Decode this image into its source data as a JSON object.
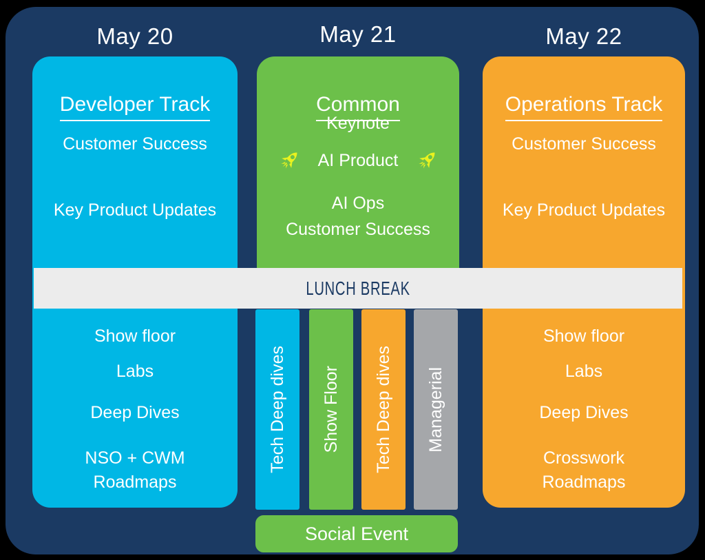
{
  "colors": {
    "navy": "#1b3a63",
    "blue": "#00b7e5",
    "green": "#6cc04a",
    "orange": "#f7a72e",
    "gray": "#a5a7aa",
    "band": "#ececec",
    "rocket": "#e9f21f"
  },
  "days": [
    "May 20",
    "May 21",
    "May 22"
  ],
  "developer": {
    "title": "Developer Track",
    "morning": [
      "Customer Success",
      "Key Product Updates"
    ],
    "afternoon": [
      "Show floor",
      "Labs",
      "Deep Dives",
      "NSO + CWM\nRoadmaps"
    ]
  },
  "common": {
    "title": "Common",
    "keynote": "Keynote",
    "ai_product": "AI Product",
    "ai_product_icon": "rocket-icon",
    "ai_ops": "AI Ops\nCustomer Success"
  },
  "operations": {
    "title": "Operations Track",
    "morning": [
      "Customer Success",
      "Key Product Updates"
    ],
    "afternoon": [
      "Show floor",
      "Labs",
      "Deep Dives",
      "Crosswork\nRoadmaps"
    ]
  },
  "bars": [
    {
      "label": "Tech Deep dives",
      "color": "#00b7e5"
    },
    {
      "label": "Show Floor",
      "color": "#6cc04a"
    },
    {
      "label": "Tech Deep dives",
      "color": "#f7a72e"
    },
    {
      "label": "Managerial",
      "color": "#a5a7aa"
    }
  ],
  "lunch_label": "LUNCH BREAK",
  "social_label": "Social Event"
}
